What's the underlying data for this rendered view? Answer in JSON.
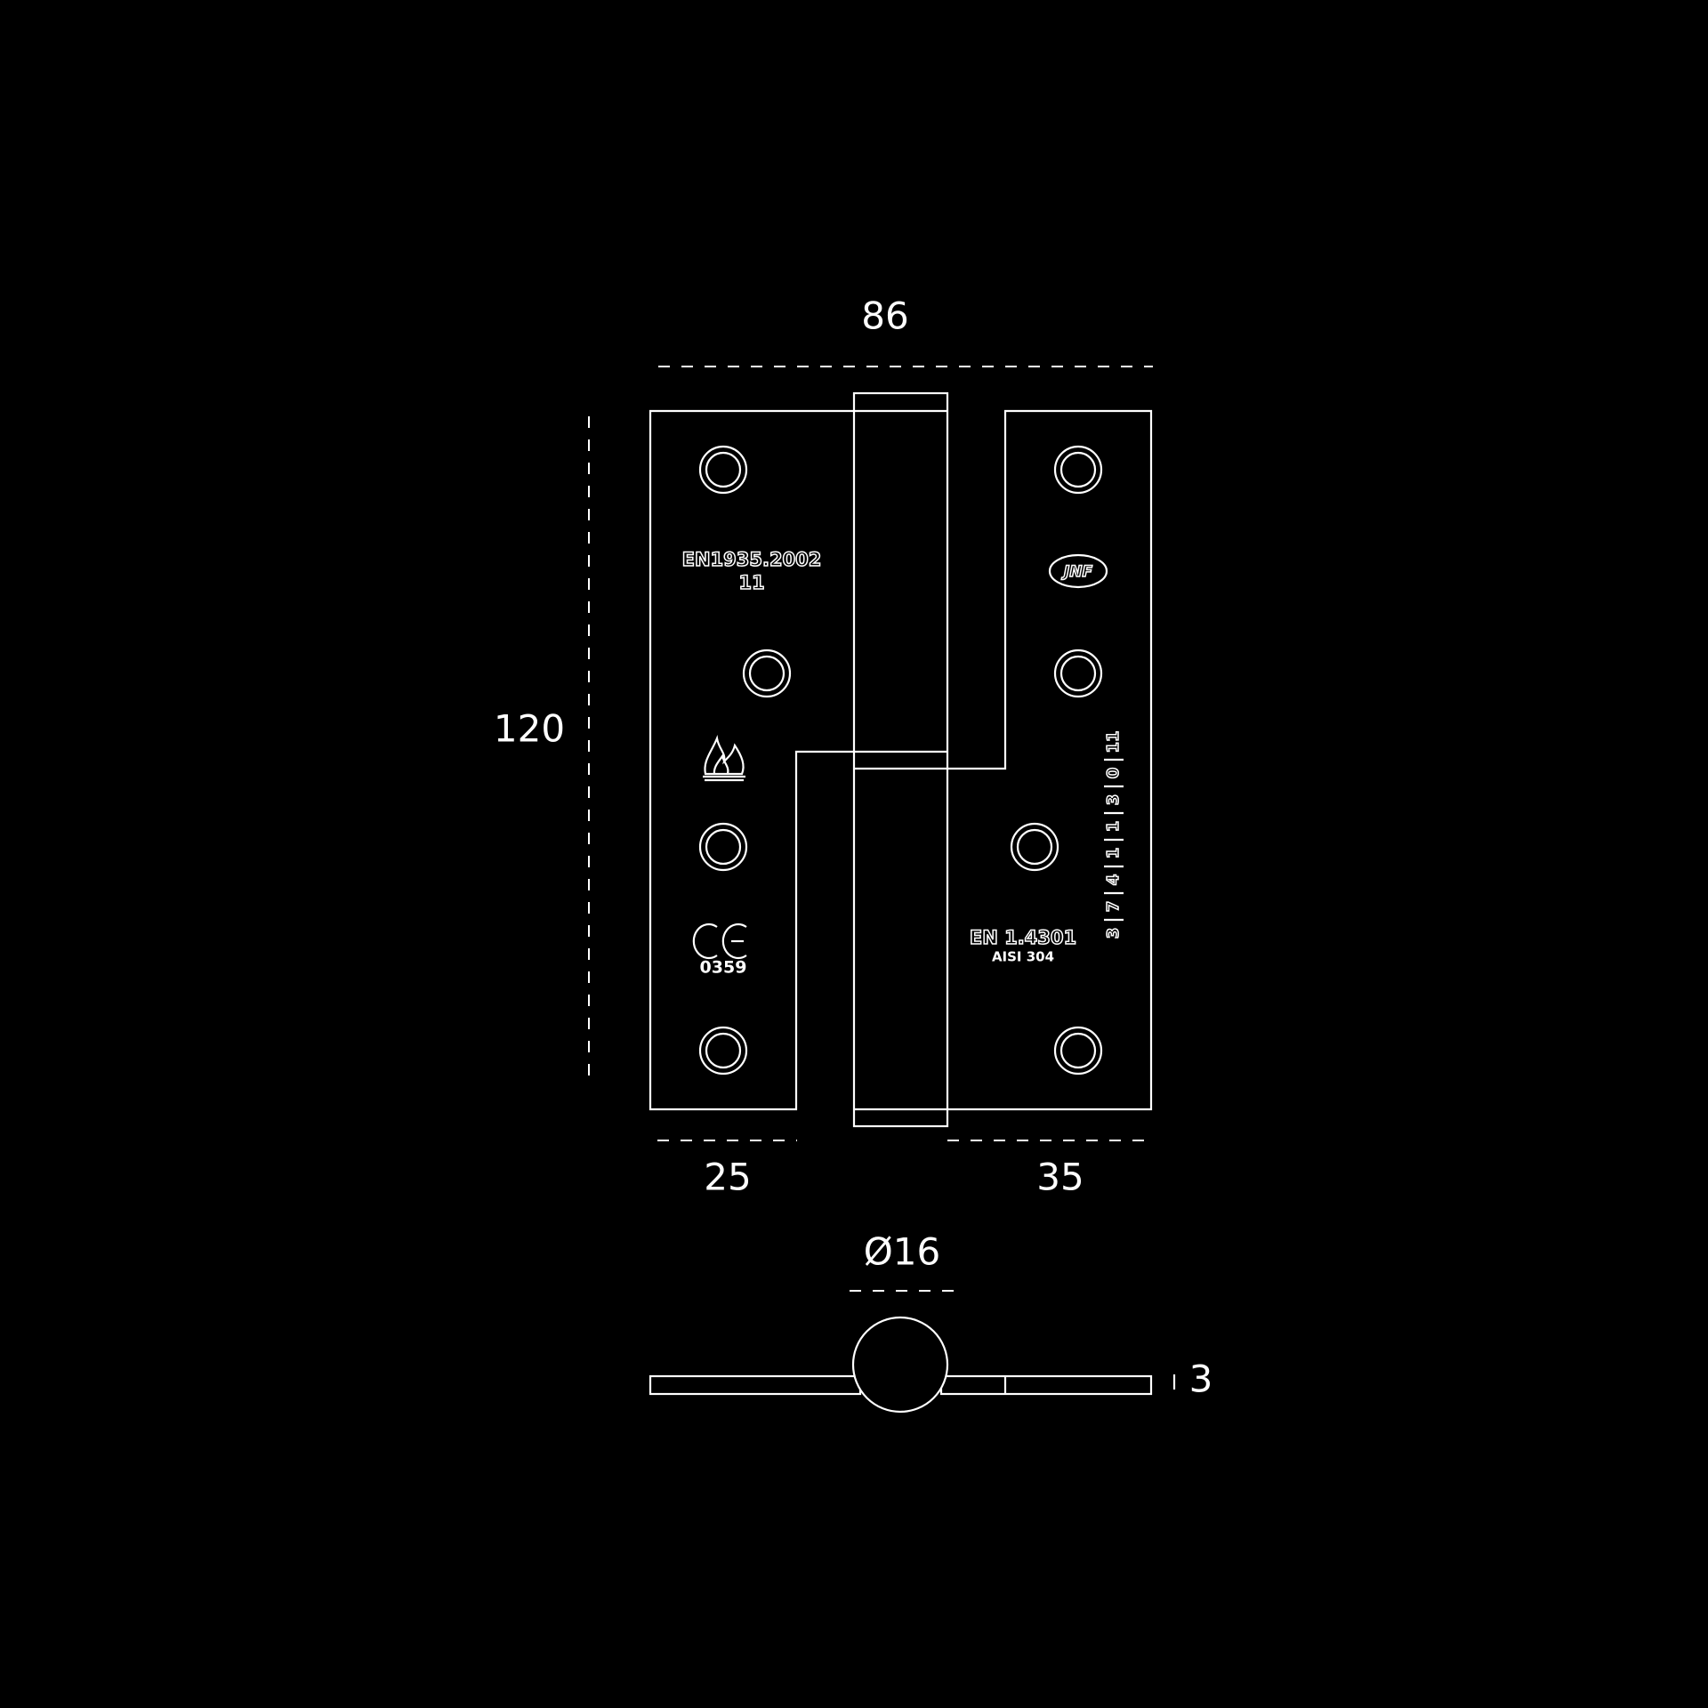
{
  "dimensions": {
    "width_total": "86",
    "height": "120",
    "leaf_left": "25",
    "leaf_right": "35",
    "knuckle_diameter": "Ø16",
    "thickness": "3"
  },
  "markings": {
    "standard": "EN1935.2002",
    "standard_grade": "11",
    "ce_mark": "CE",
    "notified_body": "0359",
    "brand_logo": "JNF",
    "material": "EN 1.4301",
    "material_grade": "AISI 304",
    "classification_digits": [
      "3",
      "7",
      "4",
      "1",
      "1",
      "3",
      "0",
      "11"
    ]
  },
  "icons": {
    "fire": "fire-icon",
    "screw_hole": "screw-hole-icon",
    "logo": "jnf-logo-icon"
  }
}
